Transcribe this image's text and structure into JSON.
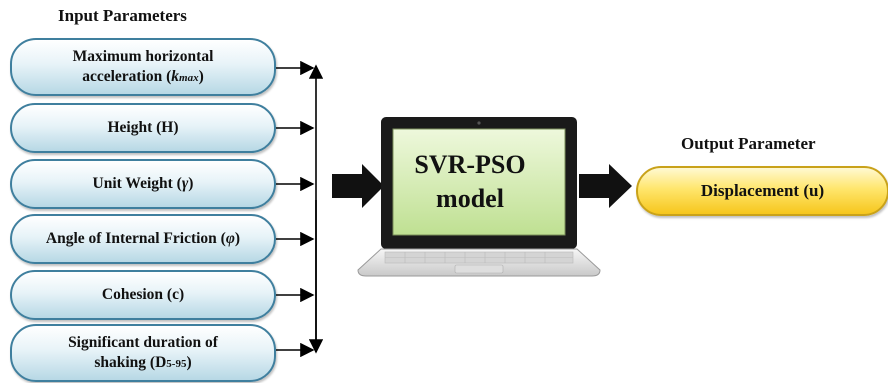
{
  "input_title": "Input Parameters",
  "output_title": "Output Parameter",
  "inputs": {
    "kmax": {
      "text": "Maximum horizontal acceleration (",
      "var": "k",
      "sub": "max",
      "close": ")"
    },
    "height": {
      "text": "Height (H)"
    },
    "unit_weight": {
      "text": "Unit Weight (",
      "sym": "γ",
      "close": ")"
    },
    "friction": {
      "text": "Angle of Internal Friction (",
      "sym": "φ",
      "close": ")"
    },
    "cohesion": {
      "text": "Cohesion (c)"
    },
    "duration": {
      "text": "Significant duration of shaking (D",
      "sub": "5-95",
      "close": ")"
    }
  },
  "model": {
    "line1": "SVR-PSO",
    "line2": "model"
  },
  "output": {
    "text": "Displacement (u)"
  },
  "colors": {
    "input_border": "#3f7f9e",
    "input_fill": "#b7d8e5",
    "screen_fill": "#cbe8a8",
    "output_fill": "#f6c61c",
    "arrow": "#000000"
  }
}
